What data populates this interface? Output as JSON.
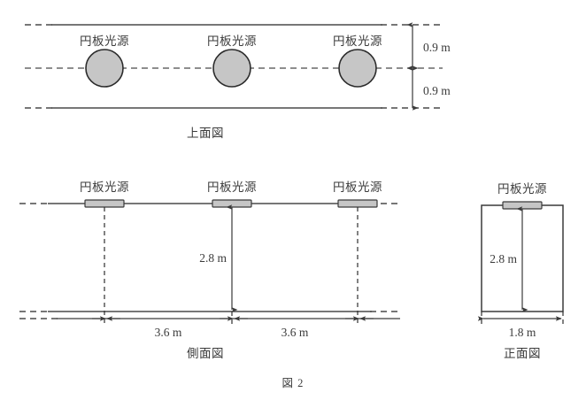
{
  "figure": {
    "caption": "図 2",
    "lamp_label": "円板光源",
    "views": {
      "top": {
        "label": "上面図"
      },
      "side": {
        "label": "側面図"
      },
      "front": {
        "label": "正面図"
      }
    },
    "dimensions": {
      "top_upper": "0.9 m",
      "top_lower": "0.9 m",
      "side_height": "2.8 m",
      "side_spacing_left": "3.6 m",
      "side_spacing_right": "3.6 m",
      "front_height": "2.8 m",
      "front_width": "1.8 m"
    },
    "colors": {
      "lamp_fill": "#c6c6c6",
      "lamp_stroke": "#2b2b2b",
      "line": "#4a4a4a",
      "text": "#3b3b3b",
      "background": "#ffffff"
    },
    "lamp_count": {
      "top_view": 3,
      "side_view": 3,
      "front_view": 1
    }
  }
}
